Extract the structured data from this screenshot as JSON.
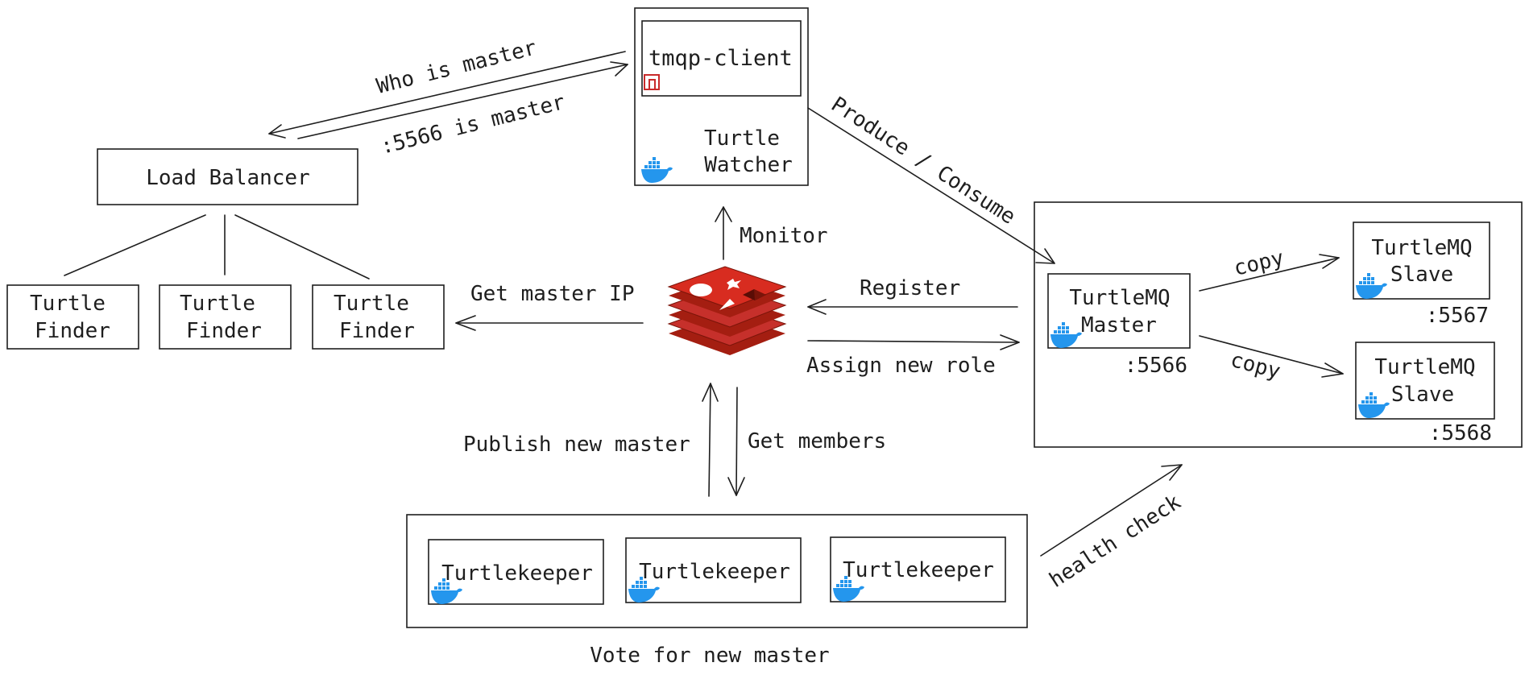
{
  "colors": {
    "stroke": "#1e1e1e",
    "docker_blue": "#2496ed",
    "redis_red": "#c6302b",
    "redis_dark": "#a41e11",
    "client_icon": "#c92a2a"
  },
  "icons": {
    "docker": "docker-whale-icon",
    "redis": "redis-stack-icon",
    "client": "client-icon"
  },
  "nodes": {
    "tmqp_client": "tmqp-client",
    "turtle_watcher": [
      "Turtle",
      "Watcher"
    ],
    "load_balancer": "Load Balancer",
    "finders": [
      [
        "Turtle",
        "Finder"
      ],
      [
        "Turtle",
        "Finder"
      ],
      [
        "Turtle",
        "Finder"
      ]
    ],
    "mq_master": {
      "line1": "TurtleMQ",
      "line2": "Master",
      "port": ":5566"
    },
    "mq_slave_1": {
      "line1": "TurtleMQ",
      "line2": "Slave",
      "port": ":5567"
    },
    "mq_slave_2": {
      "line1": "TurtleMQ",
      "line2": "Slave",
      "port": ":5568"
    },
    "keepers": [
      "Turtlekeeper",
      "Turtlekeeper",
      "Turtlekeeper"
    ]
  },
  "edges": {
    "who_is_master": "Who is master",
    "port_is_master": ":5566 is master",
    "produce_consume": "Produce / Consume",
    "monitor": "Monitor",
    "get_master_ip": "Get master IP",
    "register": "Register",
    "assign_new_role": "Assign new role",
    "copy_1": "copy",
    "copy_2": "copy",
    "publish_new_master": "Publish new master",
    "get_members": "Get members",
    "health_check": "health check",
    "vote_for_new_master": "Vote for new master"
  }
}
